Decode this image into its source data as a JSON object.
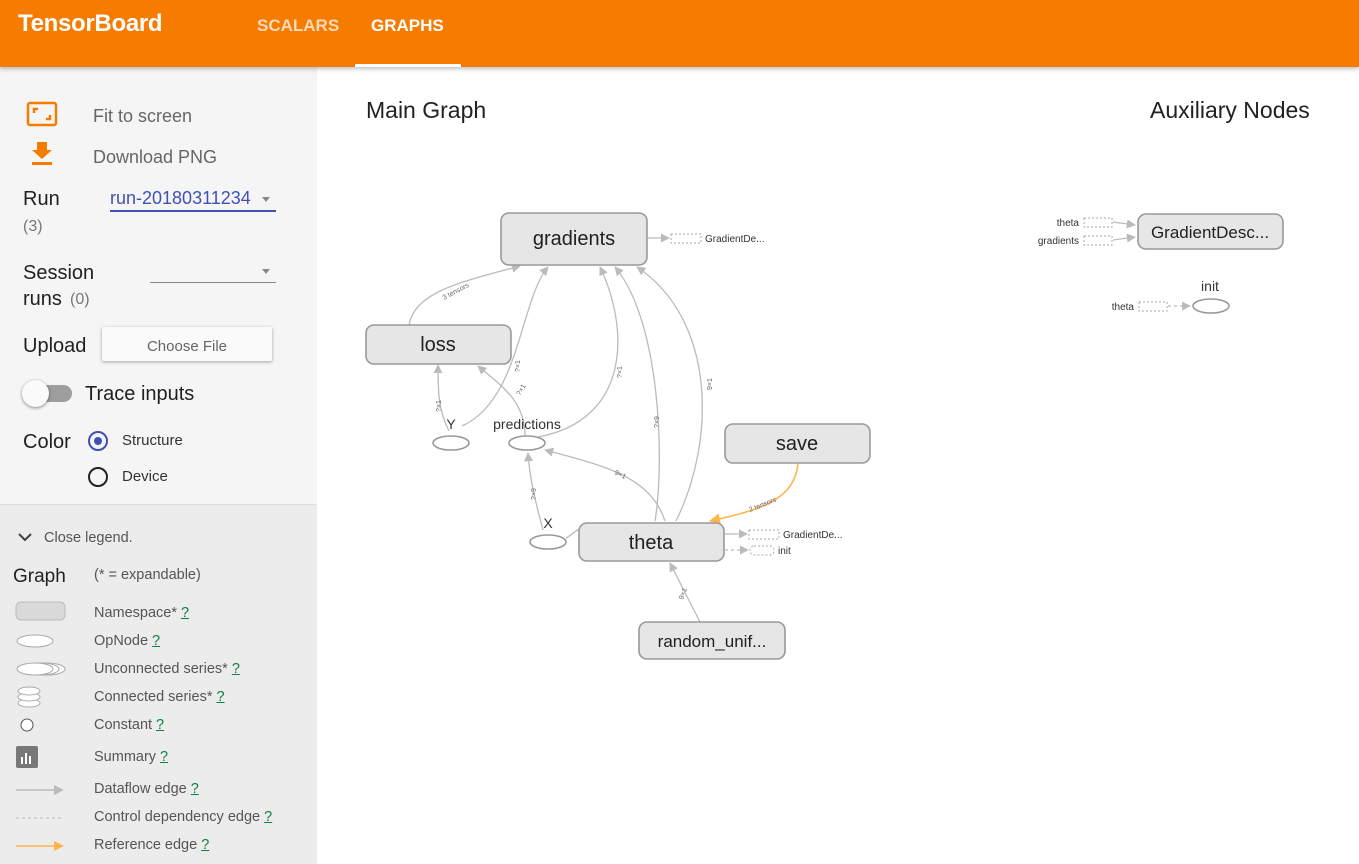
{
  "header": {
    "brand": "TensorBoard",
    "tabs": [
      {
        "label": "SCALARS",
        "active": false
      },
      {
        "label": "GRAPHS",
        "active": true
      }
    ],
    "accent_color": "#f57c00"
  },
  "sidebar": {
    "fit_label": "Fit to screen",
    "download_label": "Download PNG",
    "run_label": "Run",
    "run_count": "(3)",
    "run_value": "run-20180311234",
    "session_label_1": "Session",
    "session_label_2": "runs",
    "session_count": "(0)",
    "session_value": "",
    "upload_label": "Upload",
    "choose_file_label": "Choose File",
    "trace_label": "Trace inputs",
    "trace_enabled": false,
    "color_label": "Color",
    "color_options": [
      {
        "label": "Structure",
        "selected": true
      },
      {
        "label": "Device",
        "selected": false
      }
    ]
  },
  "legend": {
    "close_label": "Close legend.",
    "graph_label": "Graph",
    "expandable_note": "(* = expandable)",
    "help_mark": "?",
    "items": [
      {
        "label": "Namespace*",
        "icon": "namespace-icon"
      },
      {
        "label": "OpNode",
        "icon": "opnode-icon"
      },
      {
        "label": "Unconnected series*",
        "icon": "unconnected-series-icon"
      },
      {
        "label": "Connected series*",
        "icon": "connected-series-icon"
      },
      {
        "label": "Constant",
        "icon": "constant-icon"
      },
      {
        "label": "Summary",
        "icon": "summary-icon"
      },
      {
        "label": "Dataflow edge",
        "icon": "dataflow-edge-icon"
      },
      {
        "label": "Control dependency edge",
        "icon": "control-edge-icon"
      },
      {
        "label": "Reference edge",
        "icon": "reference-edge-icon"
      }
    ]
  },
  "main": {
    "main_graph_title": "Main Graph",
    "aux_title": "Auxiliary Nodes"
  },
  "graph": {
    "namespaces": [
      {
        "id": "gradients",
        "label": "gradients"
      },
      {
        "id": "loss",
        "label": "loss"
      },
      {
        "id": "save",
        "label": "save"
      },
      {
        "id": "theta",
        "label": "theta"
      },
      {
        "id": "random",
        "label": "random_unif..."
      }
    ],
    "ops": [
      {
        "id": "y",
        "label": "Y"
      },
      {
        "id": "predictions",
        "label": "predictions"
      },
      {
        "id": "x",
        "label": "X"
      }
    ],
    "edge_labels": [
      {
        "id": "e1",
        "text": "3 tensors"
      },
      {
        "id": "e2",
        "text": "?×1"
      },
      {
        "id": "e3",
        "text": "?×1"
      },
      {
        "id": "e4",
        "text": "?×1"
      },
      {
        "id": "e5",
        "text": "?×1"
      },
      {
        "id": "e6",
        "text": "?×9"
      },
      {
        "id": "e7",
        "text": "9×1"
      },
      {
        "id": "e8",
        "text": "?×9"
      },
      {
        "id": "e9",
        "text": "9×1"
      },
      {
        "id": "e10",
        "text": "2 tensors"
      },
      {
        "id": "e11",
        "text": "9×1"
      }
    ],
    "side_labels": [
      {
        "id": "grad_out",
        "text": "GradientDe..."
      },
      {
        "id": "theta_out1",
        "text": "GradientDe..."
      },
      {
        "id": "theta_out2",
        "text": "init"
      }
    ]
  },
  "aux": {
    "gd_label": "GradientDesc...",
    "gd_inputs": [
      "theta",
      "gradients"
    ],
    "init_label": "init",
    "init_input": "theta"
  }
}
